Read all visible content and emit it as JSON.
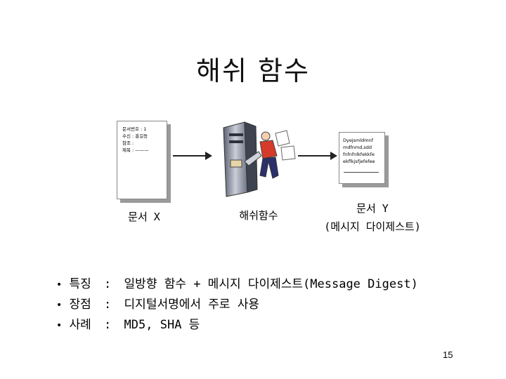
{
  "title": "해쉬 함수",
  "doc_left": {
    "lines": [
      "문서번호 : 1",
      "수신 : 홍길동",
      "참조 :",
      "제목 : ———"
    ],
    "caption": "문서 X"
  },
  "hash_caption": "해쉬함수",
  "doc_right": {
    "lines": [
      "Dyejsmldmnf",
      "mdfnmd,sdd",
      "fnfnfnlkfekkfe",
      "ekflkjsfjefefee"
    ],
    "caption_line1": "문서 Y",
    "caption_line2": "(메시지 다이제스트)"
  },
  "bullets": [
    {
      "label": "특징",
      "sep": ":",
      "text": "일방향 함수 + 메시지 다이제스트(Message Digest)"
    },
    {
      "label": "장점",
      "sep": ":",
      "text": "디지털서명에서 주로 사용"
    },
    {
      "label": "사례",
      "sep": ":",
      "text": "MD5, SHA 등"
    }
  ],
  "page_number": "15"
}
